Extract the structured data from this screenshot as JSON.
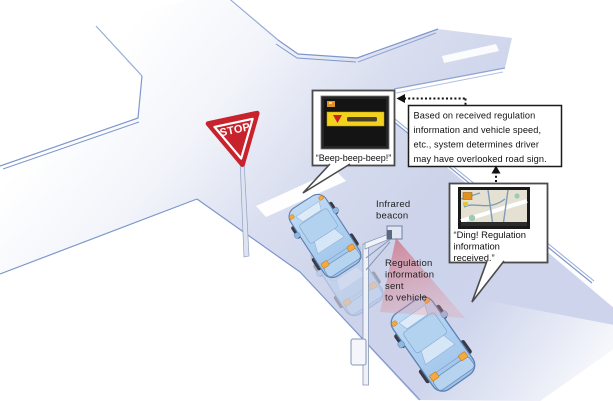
{
  "signs": {
    "stop_label": "STOP"
  },
  "labels": {
    "infrared_beacon": [
      "Infrared",
      "beacon"
    ],
    "regulation_sent": [
      "Regulation",
      "information",
      "sent",
      "to vehicle"
    ]
  },
  "callouts": {
    "beep": {
      "caption": "“Beep-beep-beep!”"
    },
    "info": {
      "lines": [
        "Based on received regulation",
        "information and vehicle speed,",
        "etc., system determines driver",
        "may have overlooked road sign."
      ]
    },
    "ding": {
      "lines": [
        "“Ding! Regulation",
        "information",
        "received.”"
      ]
    }
  },
  "colors": {
    "road_fill": "#ccd3ea",
    "road_edge": "#7e97cd",
    "beam_red": "#cf5565",
    "sign_red": "#c8232c",
    "warning_yellow": "#f2d21e",
    "car_blue": "#aecff0",
    "amber": "#f5a93e"
  }
}
